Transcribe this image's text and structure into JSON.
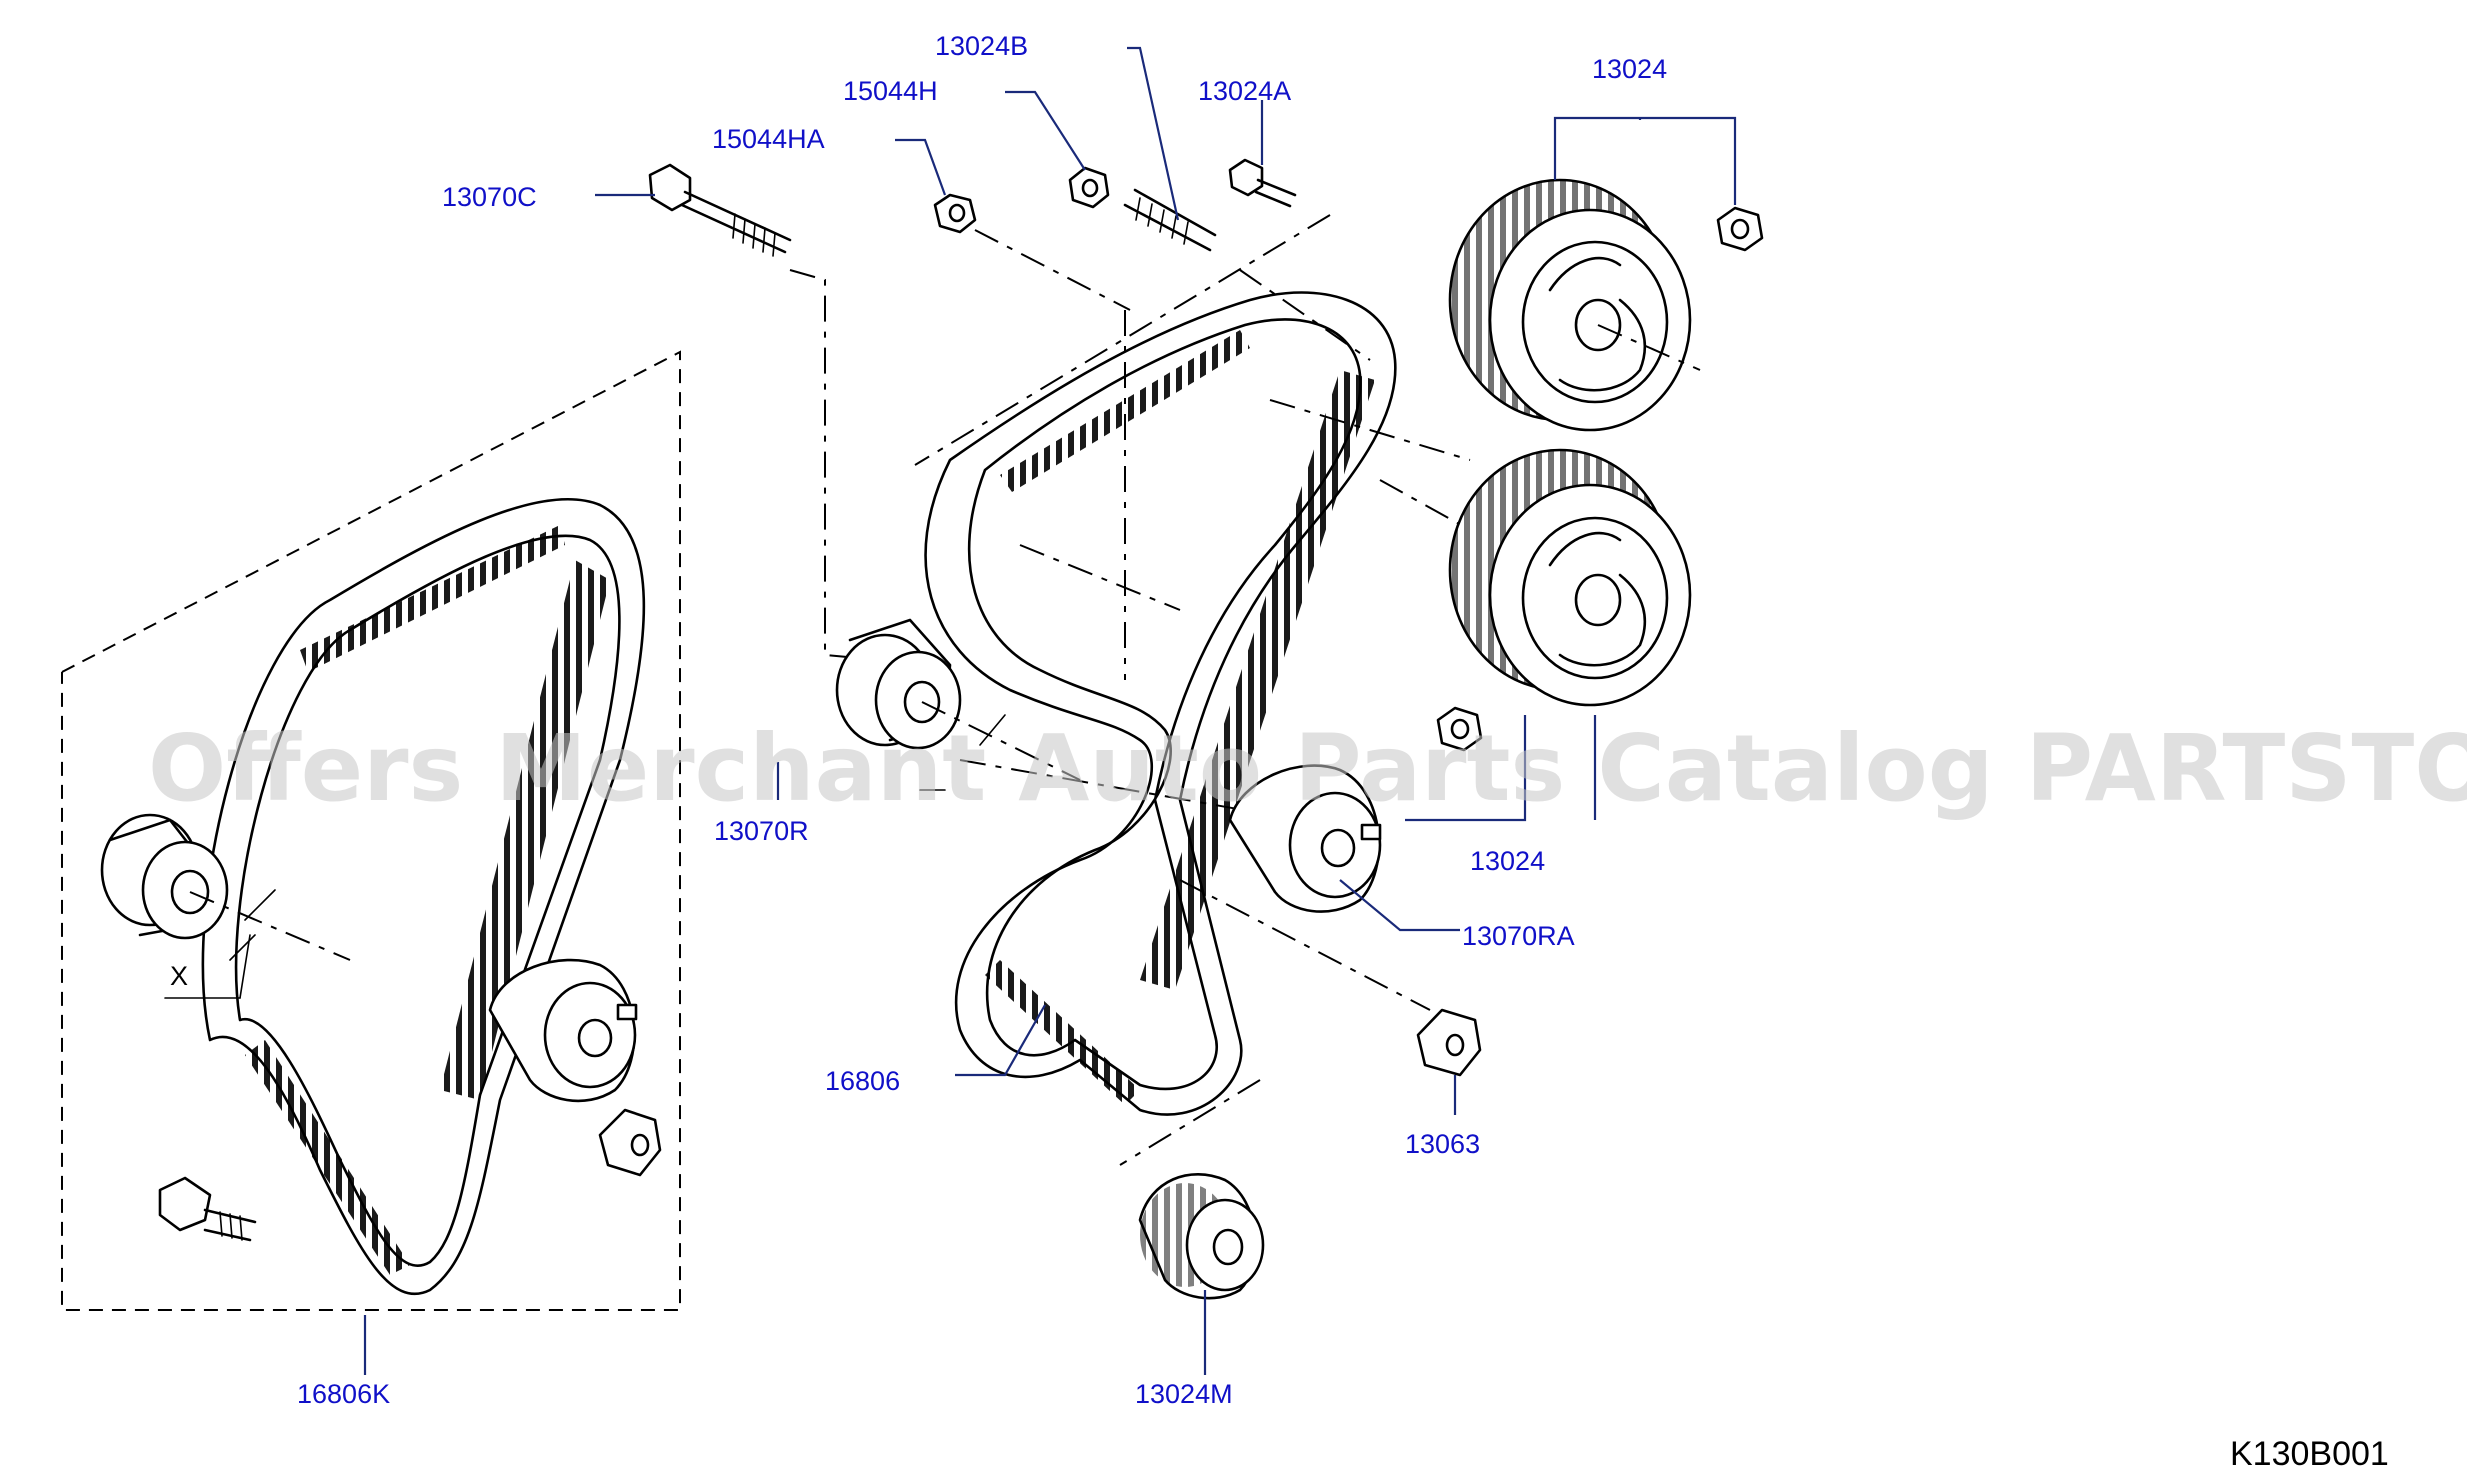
{
  "watermark": "Offers Merchant Auto Parts Catalog PARTSTORE.SA",
  "diagram_code": "K130B001",
  "dimension_label": "X",
  "labels": {
    "13024B": "13024B",
    "15044H": "15044H",
    "13024A": "13024A",
    "13024_top": "13024",
    "15044HA": "15044HA",
    "13070C": "13070C",
    "13070R": "13070R",
    "13024_mid": "13024",
    "13070RA": "13070RA",
    "16806": "16806",
    "13063": "13063",
    "16806K": "16806K",
    "13024M": "13024M"
  },
  "colors": {
    "label": "#1010c8",
    "leader": "#1a2a7a",
    "line": "#000000",
    "watermark": "#c8c8c8"
  }
}
